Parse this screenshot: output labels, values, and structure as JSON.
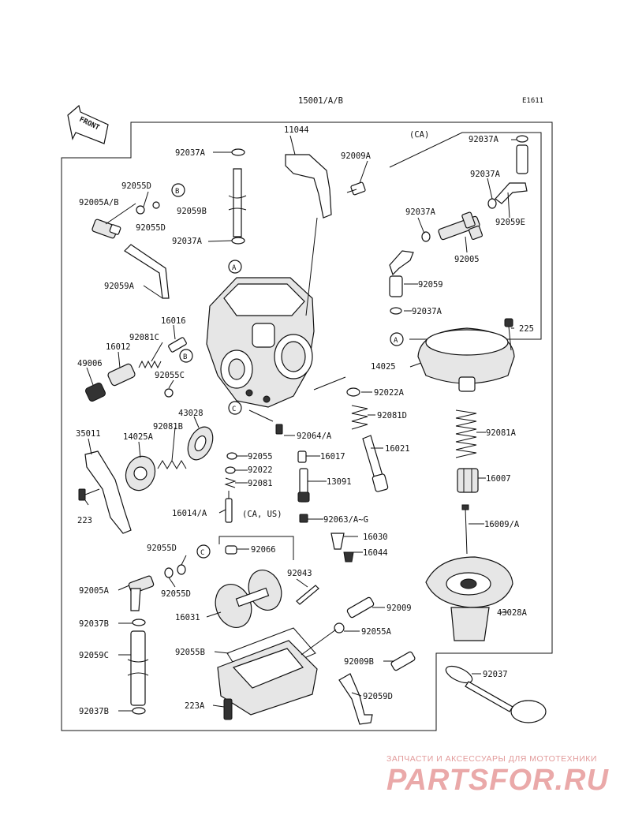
{
  "header": {
    "assembly": "15001/A/B",
    "figure_code": "E1611",
    "front_arrow": "FRONT"
  },
  "region_labels": {
    "ca": "(CA)",
    "ca_us": "(CA, US)"
  },
  "callouts": {
    "a": "A",
    "b": "B",
    "c": "C"
  },
  "parts": {
    "p11044": "11044",
    "p92037A_1": "92037A",
    "p92009A": "92009A",
    "p92055D_1": "92055D",
    "p92005AB": "92005A/B",
    "p92059B": "92059B",
    "p92055D_2": "92055D",
    "p92037A_2": "92037A",
    "p92059A": "92059A",
    "p92037A_3": "92037A",
    "p92037A_4": "92037A",
    "p92059E": "92059E",
    "p92037A_5": "92037A",
    "p92005": "92005",
    "p92059": "92059",
    "p92037A_6": "92037A",
    "p225": "225",
    "p16016": "16016",
    "p92081C": "92081C",
    "p16012": "16012",
    "p49006": "49006",
    "p92055C": "92055C",
    "p14025": "14025",
    "p92022A": "92022A",
    "p92081D": "92081D",
    "p43028": "43028",
    "p92081B": "92081B",
    "p92064A": "92064/A",
    "p16021": "16021",
    "p35011": "35011",
    "p14025A": "14025A",
    "p92055": "92055",
    "p16017": "16017",
    "p92022": "92022",
    "p92081": "92081",
    "p13091": "13091",
    "p92081A": "92081A",
    "p16007": "16007",
    "p223": "223",
    "p16014A": "16014/A",
    "p92063AG": "92063/A~G",
    "p16009A": "16009/A",
    "p16030": "16030",
    "p16044": "16044",
    "p92055D_3": "92055D",
    "p92066": "92066",
    "p92043": "92043",
    "p92005A": "92005A",
    "p92055D_4": "92055D",
    "p16031": "16031",
    "p92009": "92009",
    "p43028A": "43028A",
    "p92037B_1": "92037B",
    "p92055A": "92055A",
    "p92059C": "92059C",
    "p92055B": "92055B",
    "p92009B": "92009B",
    "p92037": "92037",
    "p223A": "223A",
    "p92059D": "92059D",
    "p92037B_2": "92037B"
  },
  "watermark": {
    "tagline": "ЗАПЧАСТИ И АКСЕССУАРЫ ДЛЯ МОТОТЕХНИКИ",
    "logo": "PARTSFOR.RU",
    "color": "#e7a3a3"
  }
}
